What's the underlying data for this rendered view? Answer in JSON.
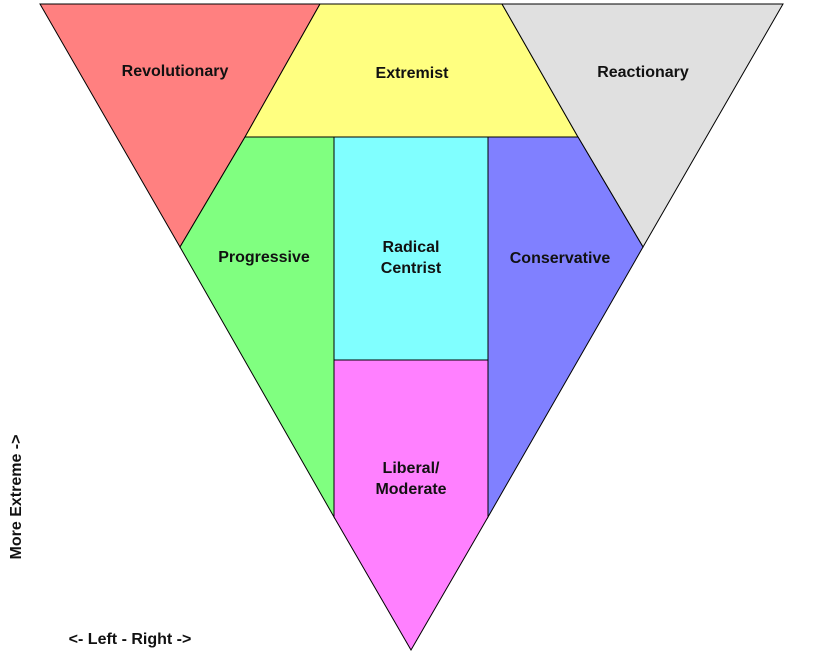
{
  "colors": {
    "outline": "#000000",
    "revolutionary": "#ff8080",
    "extremist": "#ffff80",
    "reactionary": "#e0e0e0",
    "progressive": "#80ff80",
    "radical_centrist": "#80ffff",
    "conservative": "#8080ff",
    "liberal_moderate": "#ff80ff"
  },
  "regions": {
    "revolutionary": {
      "label": "Revolutionary"
    },
    "extremist": {
      "label": "Extremist"
    },
    "reactionary": {
      "label": "Reactionary"
    },
    "progressive": {
      "label": "Progressive"
    },
    "radical_centrist": {
      "line1": "Radical",
      "line2": "Centrist"
    },
    "conservative": {
      "label": "Conservative"
    },
    "liberal_moderate": {
      "line1": "Liberal/",
      "line2": "Moderate"
    }
  },
  "axes": {
    "vertical": "More Extreme ->",
    "horizontal": "<- Left - Right ->"
  }
}
